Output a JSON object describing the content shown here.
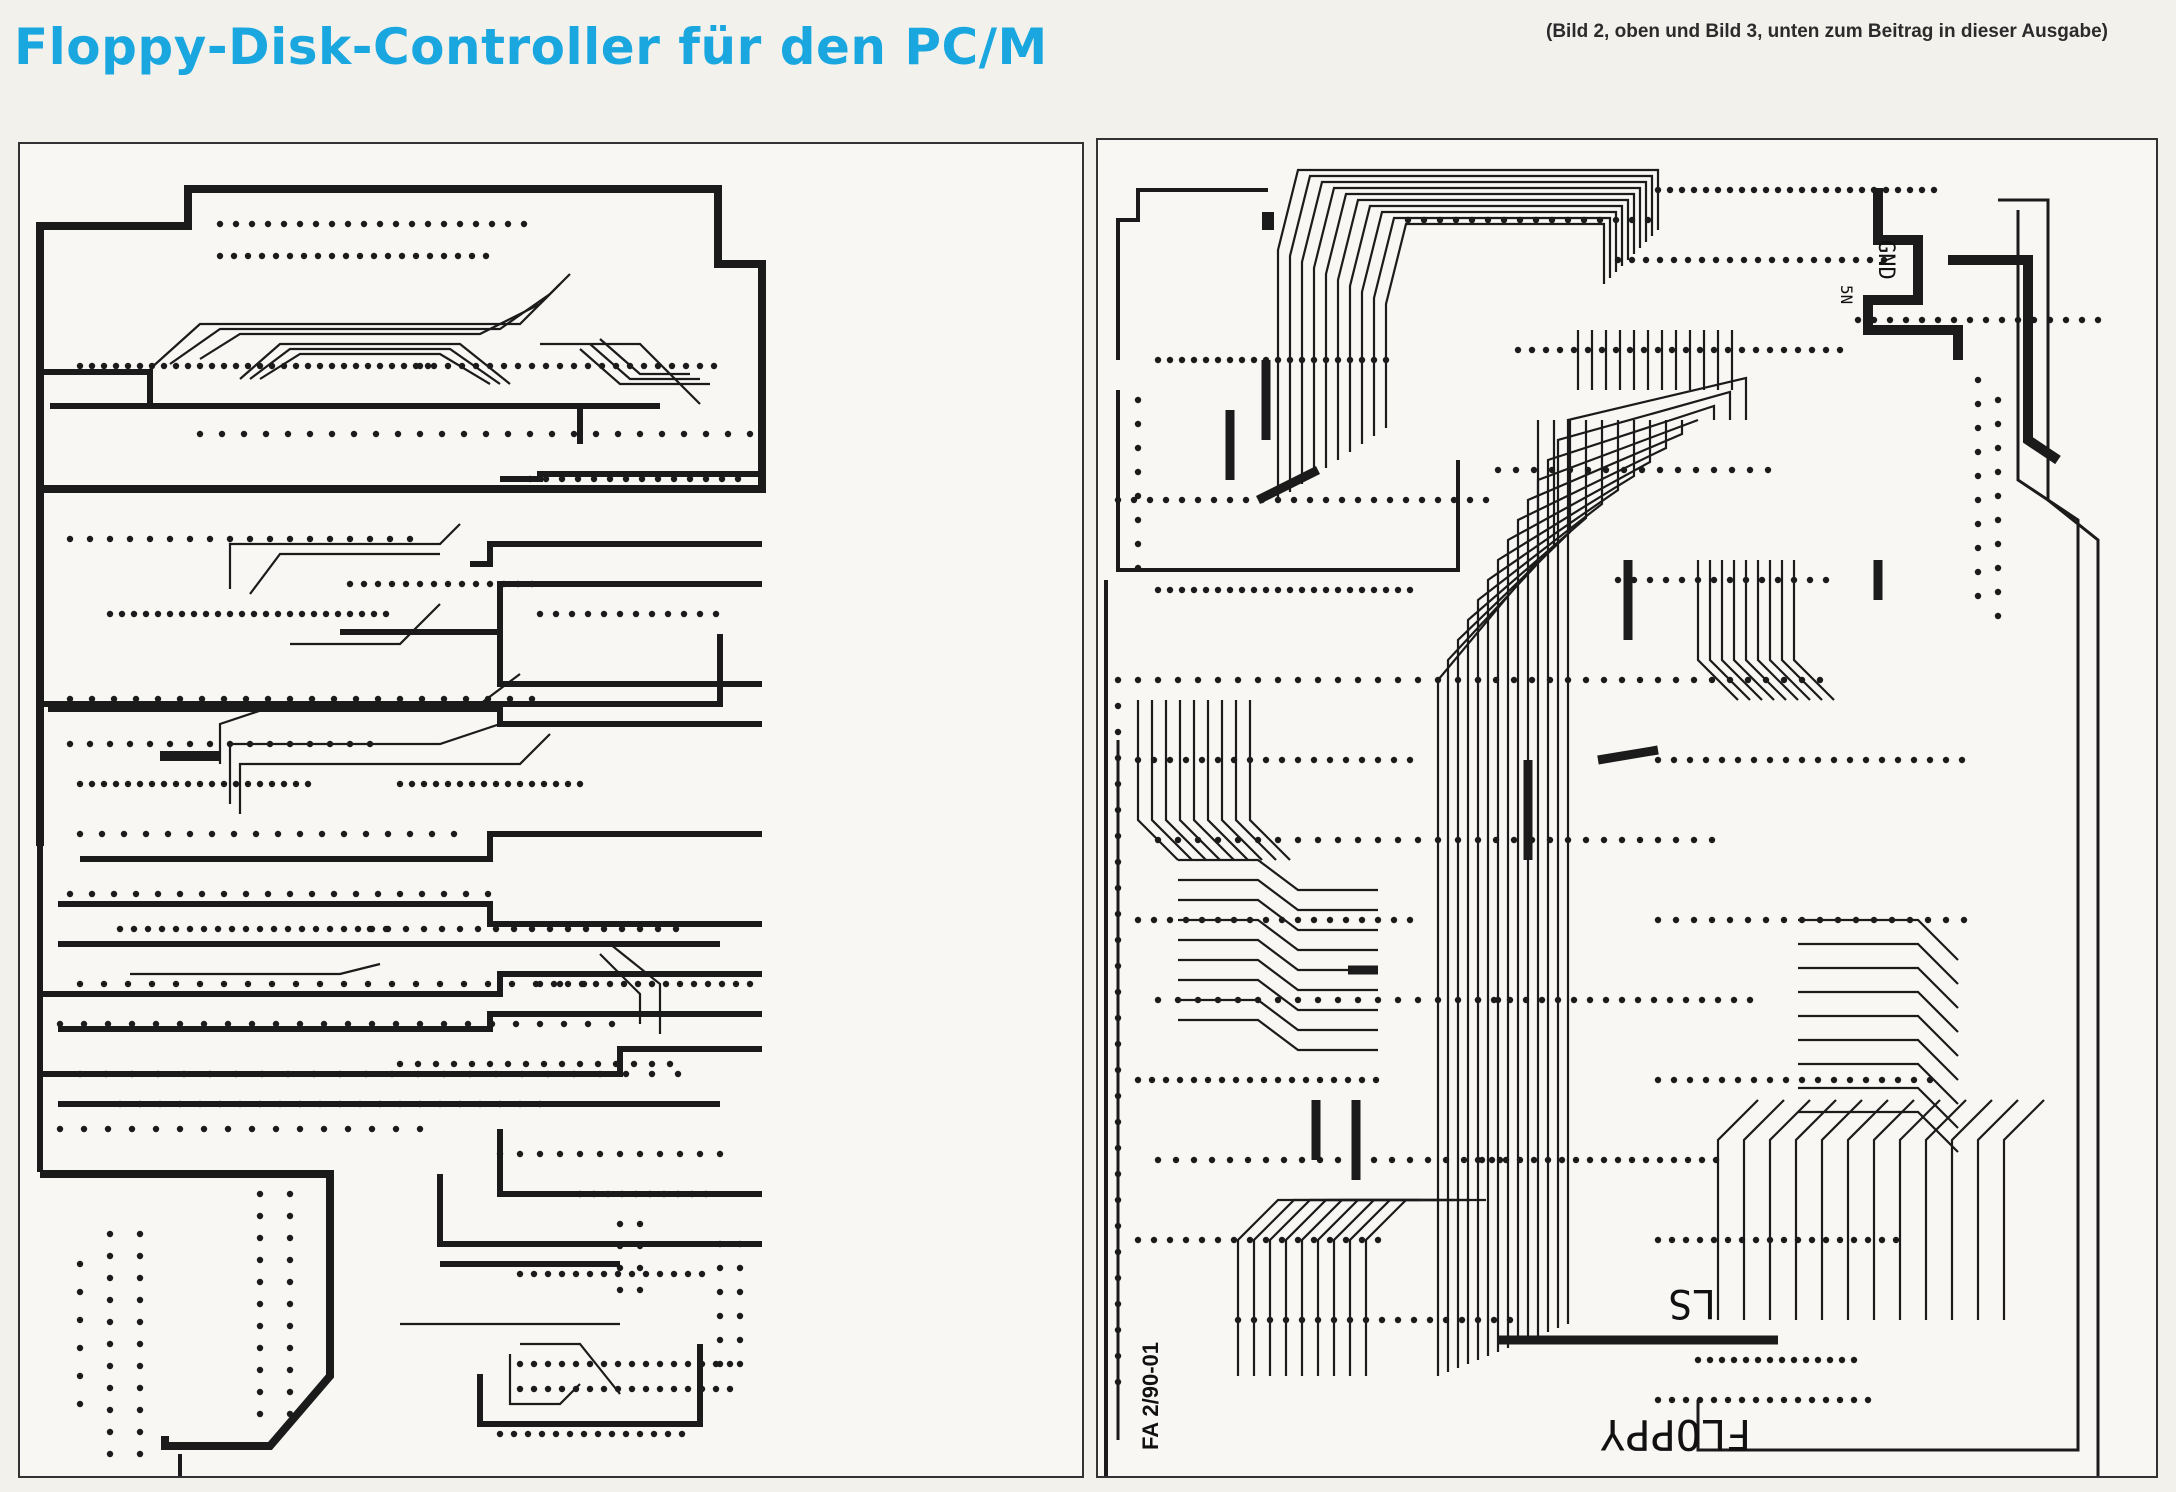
{
  "page": {
    "title": "Floppy-Disk-Controller für den PC/M",
    "caption": "(Bild 2, oben und Bild 3, unten zum Beitrag in dieser Ausgabe)"
  },
  "board_left": {
    "description_color": "#1b1b1b"
  },
  "board_right": {
    "label_gnd": "GND",
    "label_5v": "5N",
    "label_ls": "LS",
    "label_floppy": "FLOPPY",
    "label_id": "FA 2/90-01"
  },
  "colors": {
    "title": "#1aa7df",
    "trace": "#1b1b1b",
    "paper": "#f8f7f3"
  }
}
